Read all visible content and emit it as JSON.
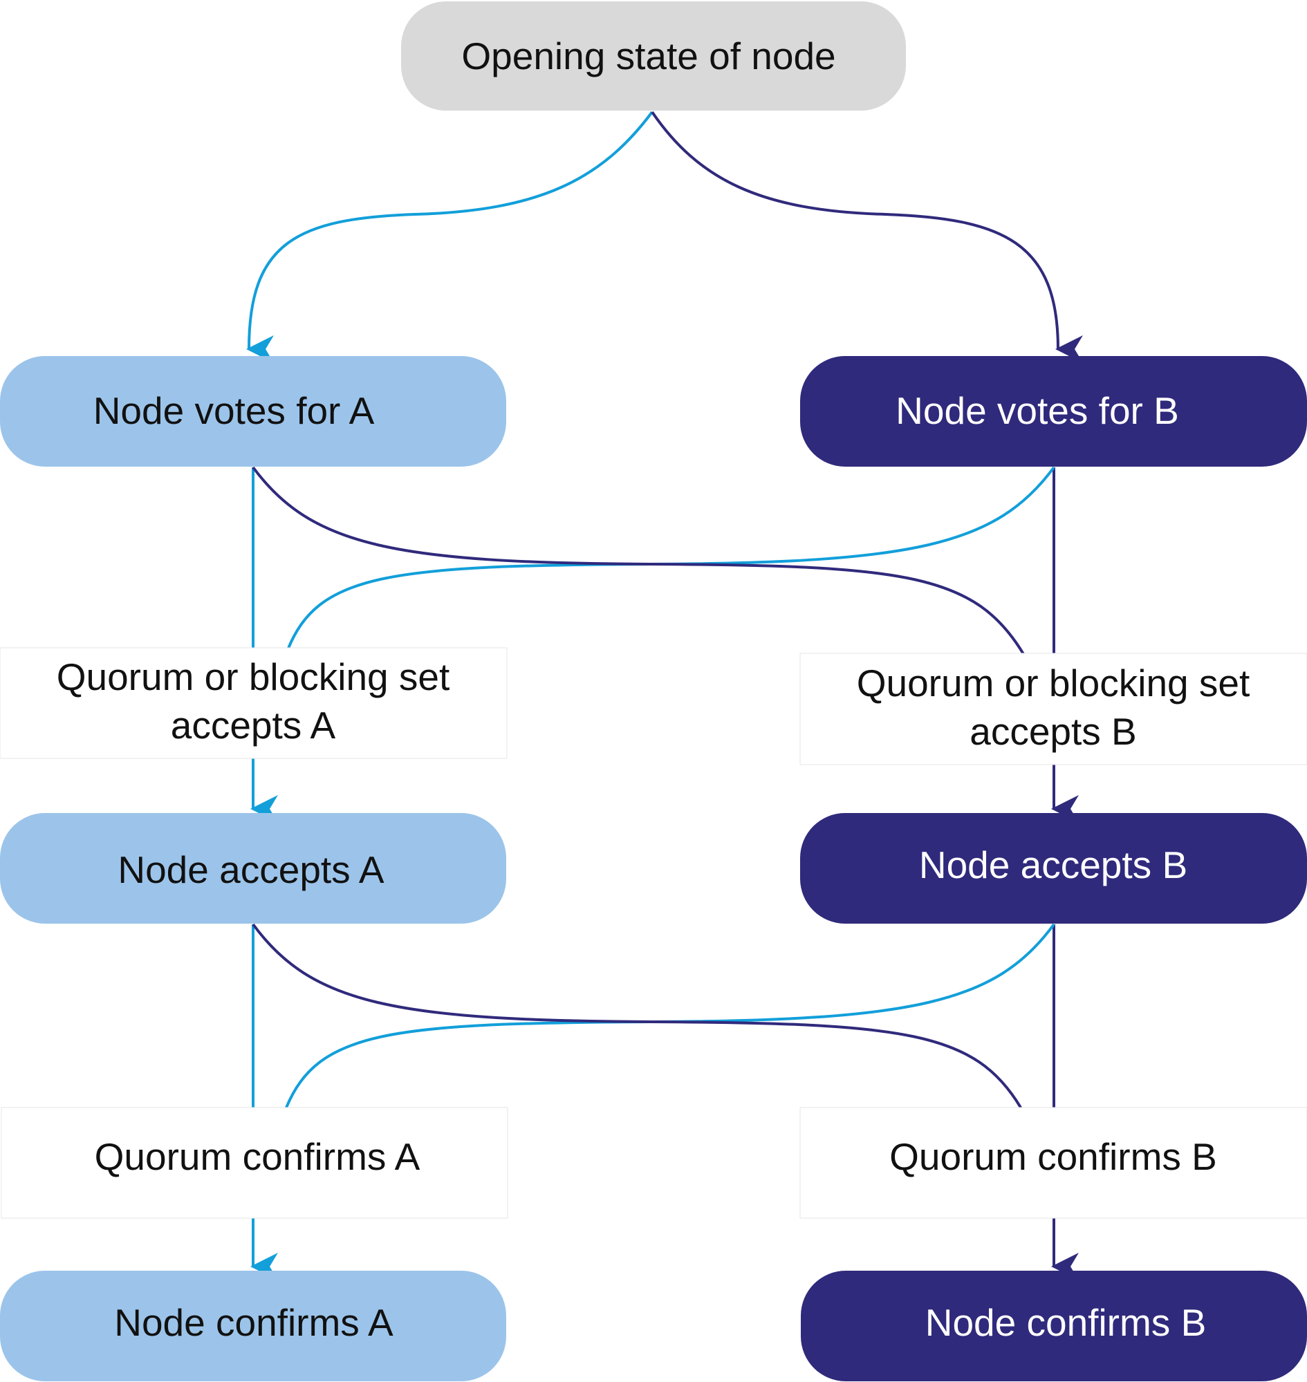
{
  "colors": {
    "path_a": "#129fda",
    "path_b": "#302a7c",
    "node_a_fill": "#9cc4ea",
    "node_b_fill": "#302a7c",
    "start_fill": "#d9d9d9",
    "text_dark": "#111111",
    "text_light": "#ffffff"
  },
  "start": {
    "label": "Opening state of node"
  },
  "branch_a": {
    "vote": "Node votes for A",
    "accept_condition": [
      "Quorum or blocking set",
      "accepts A"
    ],
    "accept": "Node accepts A",
    "confirm_condition": "Quorum confirms A",
    "confirm": "Node confirms A"
  },
  "branch_b": {
    "vote": "Node votes for B",
    "accept_condition": [
      "Quorum or blocking set",
      "accepts B"
    ],
    "accept": "Node accepts B",
    "confirm_condition": "Quorum confirms B",
    "confirm": "Node confirms B"
  }
}
